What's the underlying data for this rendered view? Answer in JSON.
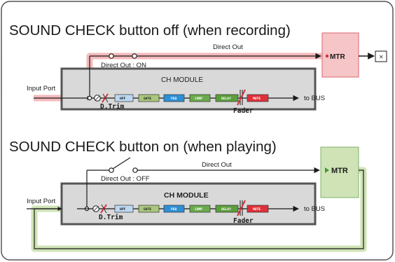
{
  "section_off": {
    "title": "SOUND CHECK button off (when recording)",
    "input_port": "Input Port",
    "direct_out": "Direct Out",
    "switch_label": "Direct Out : ON",
    "module_title": "CH MODULE",
    "dtrim": "D.Trim",
    "fader": "Fader",
    "to_bus": "to BUS",
    "mtr": "MTR",
    "output_symbol": "×",
    "blocks": [
      "HPF",
      "GATE",
      "PEQ",
      "COMP",
      "DELAY",
      "MUTE"
    ]
  },
  "section_on": {
    "title": "SOUND CHECK button on (when playing)",
    "input_port": "Input Port",
    "direct_out": "Direct Out",
    "switch_label": "Direct Out : OFF",
    "module_title": "CH MODULE",
    "dtrim": "D.Trim",
    "fader": "Fader",
    "to_bus": "to BUS",
    "mtr": "MTR",
    "blocks": [
      "HPF",
      "GATE",
      "PEQ",
      "COMP",
      "DELAY",
      "MUTE"
    ]
  },
  "colors": {
    "record_path": "#f4b9bb",
    "play_path": "#cfe3b6",
    "mtr_off_fill": "#f6c5c7",
    "mtr_off_stroke": "#d9686e",
    "mtr_on_fill": "#cfe3b6",
    "mtr_on_stroke": "#7fb26a",
    "module_fill": "#d9d9d9",
    "hpf": "#bcd8f0",
    "gate": "#a9c77c",
    "peq": "#2e8fd6",
    "comp": "#69ab4b",
    "delay": "#5c9e3c",
    "mute": "#e0303a",
    "accent_red": "#d6303a",
    "accent_green": "#3f9a3a"
  }
}
